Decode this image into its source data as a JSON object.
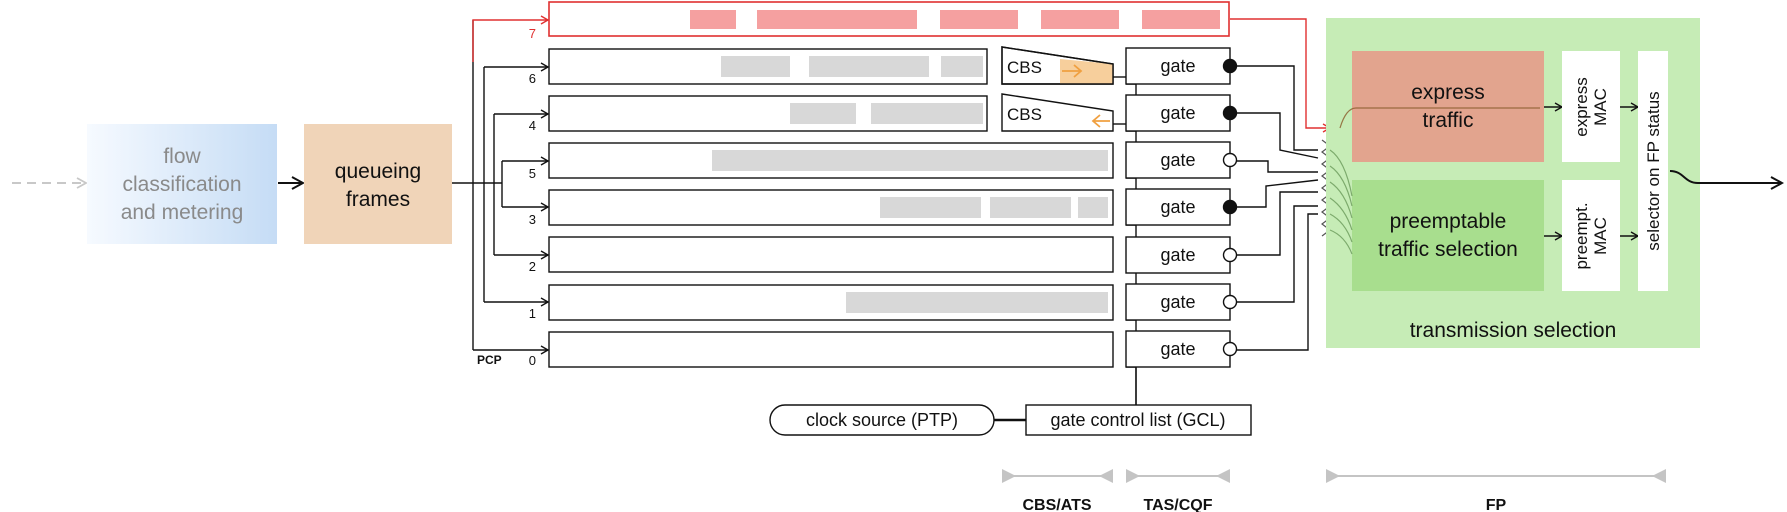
{
  "flow": {
    "line1": "flow",
    "line2": "classification",
    "line3": "and metering"
  },
  "queueing": {
    "line1": "queueing",
    "line2": "frames"
  },
  "pcp_label": "PCP",
  "queues": [
    {
      "pcp": "7"
    },
    {
      "pcp": "6"
    },
    {
      "pcp": "4"
    },
    {
      "pcp": "5"
    },
    {
      "pcp": "3"
    },
    {
      "pcp": "2"
    },
    {
      "pcp": "1"
    },
    {
      "pcp": "0"
    }
  ],
  "shapers": [
    {
      "label": "CBS"
    },
    {
      "label": "CBS"
    }
  ],
  "gates": [
    {
      "label": "gate",
      "state": "closed"
    },
    {
      "label": "gate",
      "state": "closed"
    },
    {
      "label": "gate",
      "state": "open"
    },
    {
      "label": "gate",
      "state": "closed"
    },
    {
      "label": "gate",
      "state": "open"
    },
    {
      "label": "gate",
      "state": "open"
    },
    {
      "label": "gate",
      "state": "open"
    }
  ],
  "clock_source": "clock source (PTP)",
  "gcl": "gate control list (GCL)",
  "transmission": {
    "express": {
      "line1": "express",
      "line2": "traffic"
    },
    "preemptable": {
      "line1": "preemptable",
      "line2": "traffic selection"
    },
    "express_mac": {
      "line1": "express",
      "line2": "MAC"
    },
    "preempt_mac": {
      "line1": "preempt.",
      "line2": "MAC"
    },
    "selector": "selector on FP status",
    "title": "transmission selection"
  },
  "brackets": {
    "cbs_ats": "CBS/ATS",
    "tas_cqf": "TAS/CQF",
    "fp": "FP"
  },
  "colors": {
    "express_traffic": "#e2a48e",
    "preemptable_traffic": "#a8de8e",
    "transmission_bg": "#c6ecb6",
    "queueing": "#f0d4b8",
    "flow_gradient_start": "#f5f9ff",
    "flow_gradient_end": "#c8def6",
    "express_path": "#e03030",
    "frame_express": "#f5a0a0",
    "frame_regular": "#d8d8d8",
    "cbs_credit": "#f7cf9c",
    "cbs_arrow": "#f0a040",
    "bracket": "#c4c4c4"
  }
}
